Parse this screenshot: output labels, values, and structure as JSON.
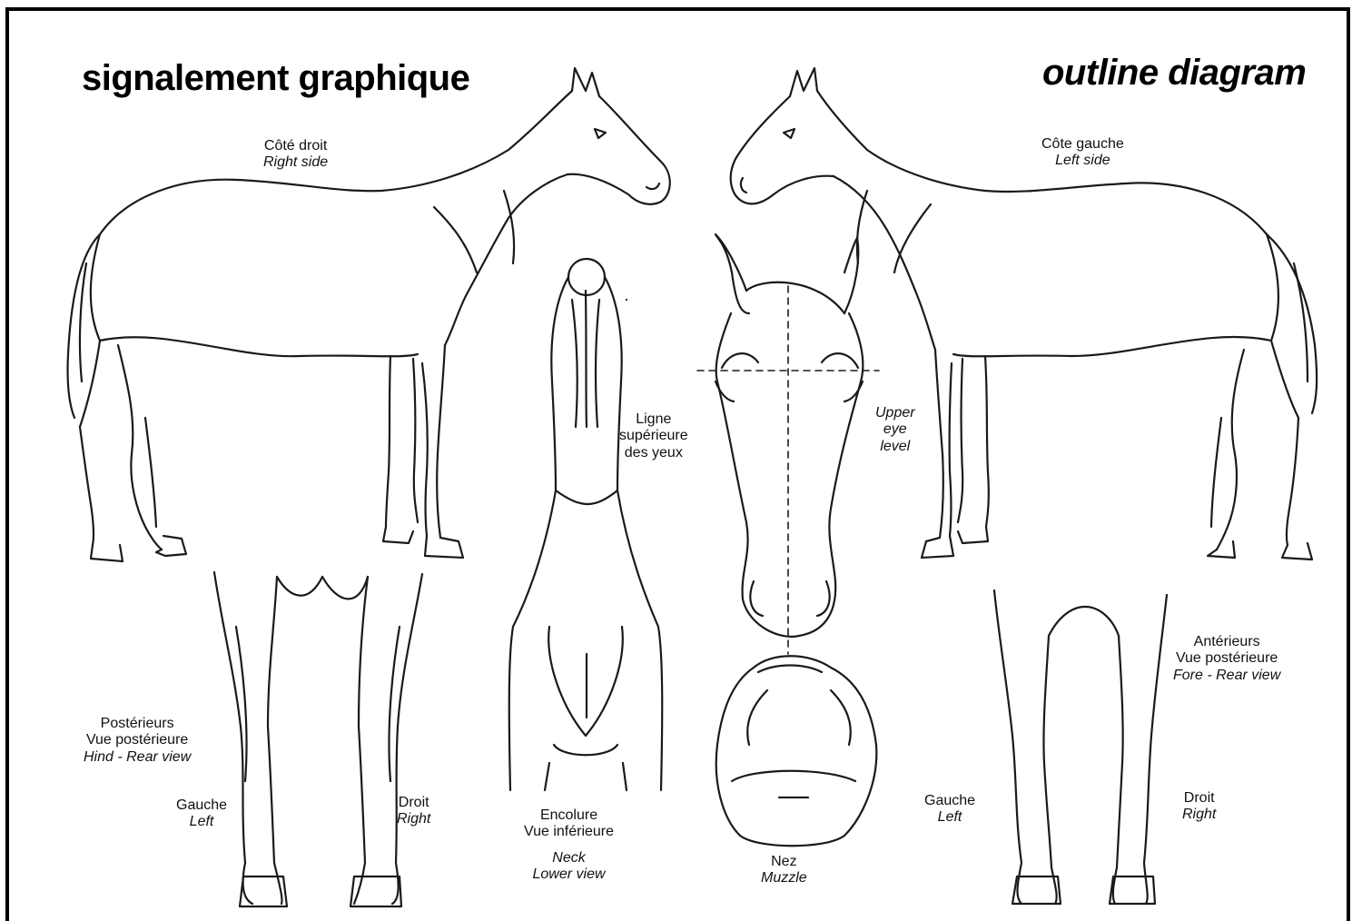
{
  "title_fr": "signalement graphique",
  "title_en": "outline diagram",
  "right_side": {
    "fr": "Côté droit",
    "en": "Right side"
  },
  "left_side": {
    "fr": "Côte gauche",
    "en": "Left side"
  },
  "eye_line": {
    "l1": "Ligne",
    "l2": "supérieure",
    "l3": "des yeux"
  },
  "upper_eye": {
    "l1": "Upper",
    "l2": "eye",
    "l3": "level"
  },
  "hind": {
    "l1": "Postérieurs",
    "l2": "Vue postérieure",
    "l3": "Hind - Rear view"
  },
  "hind_left": {
    "fr": "Gauche",
    "en": "Left"
  },
  "hind_right": {
    "fr": "Droit",
    "en": "Right"
  },
  "fore": {
    "l1": "Antérieurs",
    "l2": "Vue postérieure",
    "l3": "Fore - Rear view"
  },
  "fore_left": {
    "fr": "Gauche",
    "en": "Left"
  },
  "fore_right": {
    "fr": "Droit",
    "en": "Right"
  },
  "neck": {
    "l1": "Encolure",
    "l2": "Vue inférieure",
    "l3": "Neck",
    "l4": "Lower view"
  },
  "muzzle": {
    "fr": "Nez",
    "en": "Muzzle"
  },
  "colors": {
    "line": "#1a1a1a",
    "frame": "#000000",
    "background": "#ffffff"
  }
}
